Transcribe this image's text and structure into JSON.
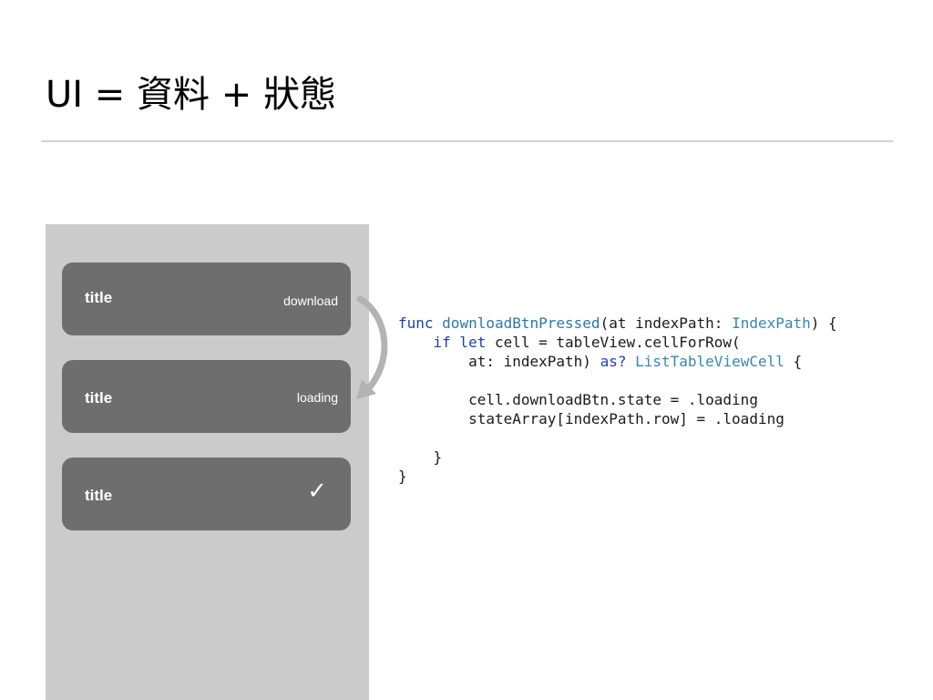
{
  "slide": {
    "title": "UI = 資料 + 狀態"
  },
  "cells": [
    {
      "title": "title",
      "status": "download"
    },
    {
      "title": "title",
      "status": "loading"
    },
    {
      "title": "title",
      "status": "✓"
    }
  ],
  "code": {
    "lines": [
      [
        {
          "t": "func ",
          "c": "kw"
        },
        {
          "t": "downloadBtnPressed",
          "c": "fn"
        },
        {
          "t": "(at indexPath: ",
          "c": ""
        },
        {
          "t": "IndexPath",
          "c": "ty"
        },
        {
          "t": ") {",
          "c": ""
        }
      ],
      [
        {
          "t": "    ",
          "c": ""
        },
        {
          "t": "if let",
          "c": "kw"
        },
        {
          "t": " cell = tableView.cellForRow(",
          "c": ""
        }
      ],
      [
        {
          "t": "        at: indexPath) ",
          "c": ""
        },
        {
          "t": "as?",
          "c": "kw"
        },
        {
          "t": " ",
          "c": ""
        },
        {
          "t": "ListTableViewCell",
          "c": "ty"
        },
        {
          "t": " {",
          "c": ""
        }
      ],
      [
        {
          "t": "",
          "c": ""
        }
      ],
      [
        {
          "t": "        cell.downloadBtn.state = .loading",
          "c": ""
        }
      ],
      [
        {
          "t": "        stateArray[indexPath.row] = .loading",
          "c": ""
        }
      ],
      [
        {
          "t": "",
          "c": ""
        }
      ],
      [
        {
          "t": "    }",
          "c": ""
        }
      ],
      [
        {
          "t": "}",
          "c": ""
        }
      ]
    ]
  },
  "colors": {
    "background": "#ffffff",
    "rule": "#d0d0d0",
    "phone": "#cbcbcb",
    "cell": "#6e6e6e",
    "arrow": "#b3b3b3",
    "keyword": "#1f3fa6",
    "function": "#2f76a8",
    "type": "#3a86b0"
  }
}
